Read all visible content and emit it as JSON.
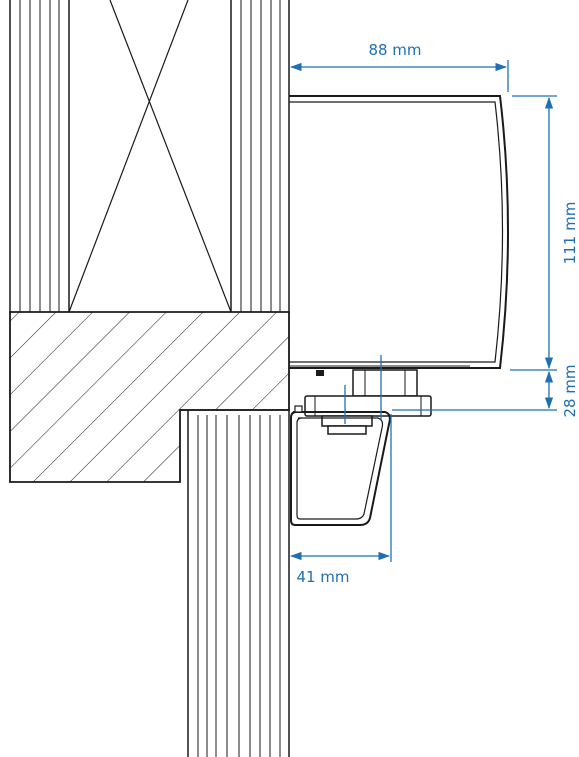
{
  "colors": {
    "line": "#1a1a1a",
    "dimension": "#1f6fb5",
    "background": "#ffffff"
  },
  "dimensions": {
    "top_width": "88 mm",
    "housing_height": "111 mm",
    "gap_height": "28 mm",
    "bracket_width": "41 mm"
  }
}
